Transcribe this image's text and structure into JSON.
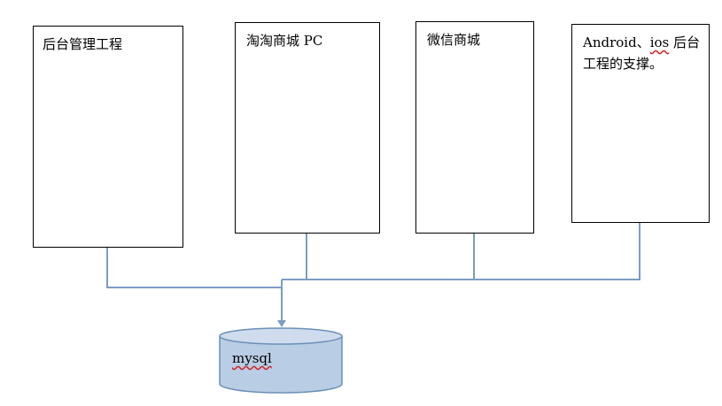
{
  "boxes": {
    "backend": {
      "label": "后台管理工程"
    },
    "pc": {
      "label": "淘淘商城 PC"
    },
    "wechat": {
      "label": "微信商城"
    },
    "mobile": {
      "label_prefix": "Android、",
      "label_ios": "ios",
      "label_suffix": " 后台工程的支撑。"
    }
  },
  "database": {
    "label": "mysql"
  },
  "colors": {
    "connector": "#7b9cc4",
    "db_fill": "#b9cde5",
    "db_stroke": "#6b8fb8",
    "box_border": "#000000"
  }
}
